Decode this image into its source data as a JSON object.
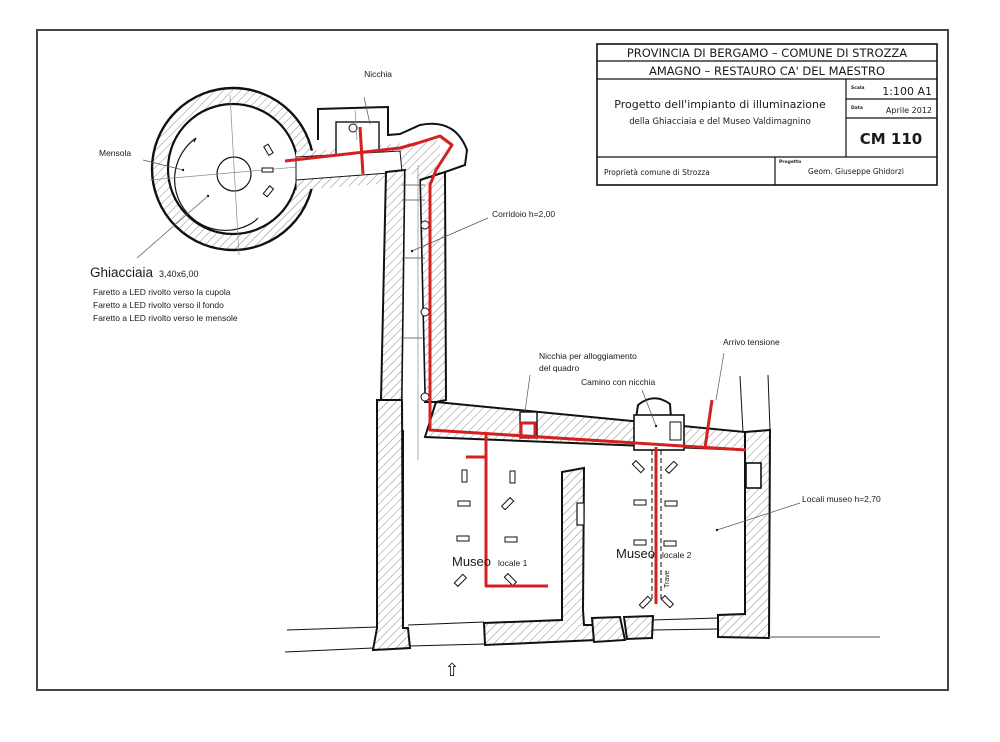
{
  "title_block": {
    "line1": "PROVINCIA DI BERGAMO – COMUNE DI STROZZA",
    "line2": "AMAGNO – RESTAURO CA' DEL MAESTRO",
    "project_title_1": "Progetto dell'impianto di illuminazione",
    "project_title_2": "della Ghiacciaia e del Museo Valdimagnino",
    "scale_label": "Scala",
    "scale_value": "1:100 A1",
    "date_label": "Data",
    "date_value": "Aprile 2012",
    "drawing_code": "CM 110",
    "owner": "Proprietà comune di Strozza",
    "designer_label": "Progetto",
    "designer": "Geom. Giuseppe Ghidorzi"
  },
  "labels": {
    "nicchia": "Nicchia",
    "mensola": "Mensola",
    "corridoio": "Corridoio h=2,00",
    "ghiacciaia_name": "Ghiacciaia",
    "ghiacciaia_dims": "3,40x6,00",
    "nicchia_quadro_1": "Nicchia per alloggiamento",
    "nicchia_quadro_2": "del quadro",
    "camino": "Camino con nicchia",
    "arrivo": "Arrivo tensione",
    "locali_museo": "Locali museo h=2,70",
    "museo1_name": "Museo",
    "museo1_sub": "locale 1",
    "museo2_name": "Museo",
    "museo2_sub": "locale 2",
    "trave": "Trave",
    "entrance_arrow": "⇧"
  },
  "legend": [
    "Faretto a LED rivolto verso la cupola",
    "Faretto a LED rivolto verso il fondo",
    "Faretto a LED rivolto verso le  mensole"
  ],
  "colors": {
    "wiring": "#d42020",
    "walls": "#111111",
    "hatch": "#888888",
    "border": "#444444"
  }
}
